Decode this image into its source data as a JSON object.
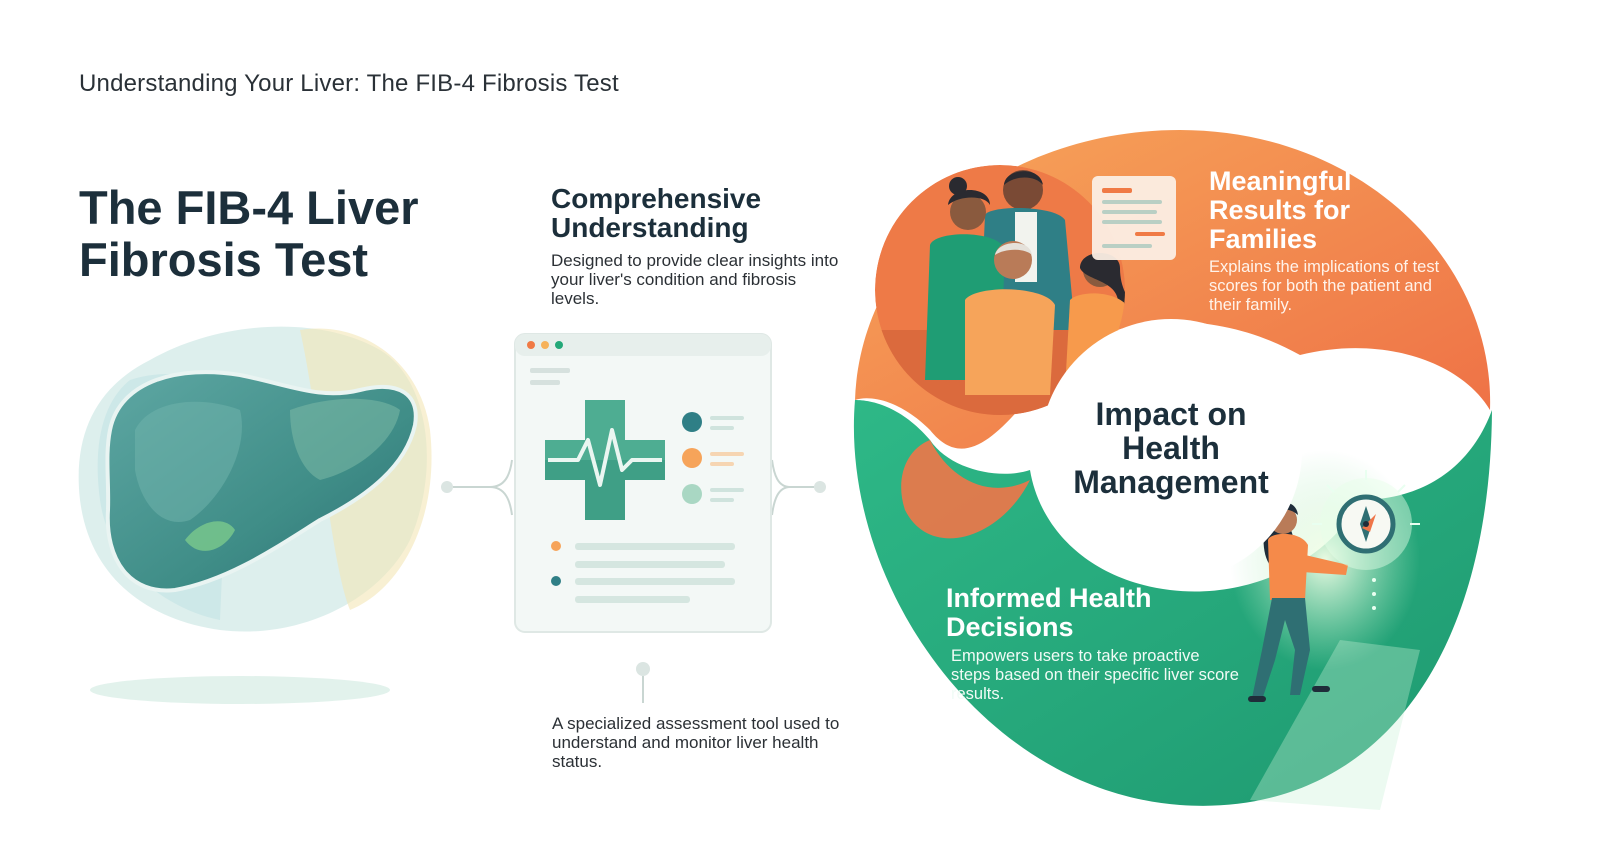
{
  "page": {
    "top_title": "Understanding Your Liver: The FIB-4 Fibrosis Test",
    "main_heading": [
      "The FIB-4 Liver",
      "Fibrosis Test"
    ]
  },
  "comprehensive": {
    "heading": [
      "Comprehensive",
      "Understanding"
    ],
    "description": "Designed to provide clear insights into your liver's condition and fibrosis levels."
  },
  "tool": {
    "description": "A specialized assessment tool used to understand and monitor liver health status."
  },
  "impact": {
    "center_label": [
      "Impact on",
      "Health",
      "Management"
    ],
    "families": {
      "heading": [
        "Meaningful",
        "Results for",
        "Families"
      ],
      "description": "Explains the implications of test scores for both the patient and their family."
    },
    "decisions": {
      "heading": [
        "Informed Health",
        "Decisions"
      ],
      "description": "Empowers users to take proactive steps based on their specific liver score results."
    }
  },
  "colors": {
    "orange": "#f07a45",
    "orange_light": "#f6a45a",
    "green": "#23a878",
    "green_light": "#33c08a",
    "teal": "#2f7f86",
    "navy": "#1c2f3b"
  },
  "icons": [
    "liver-icon",
    "dashboard-window-icon",
    "medical-cross-icon",
    "heartbeat-icon",
    "family-illustration",
    "woman-walking-illustration",
    "compass-icon"
  ]
}
